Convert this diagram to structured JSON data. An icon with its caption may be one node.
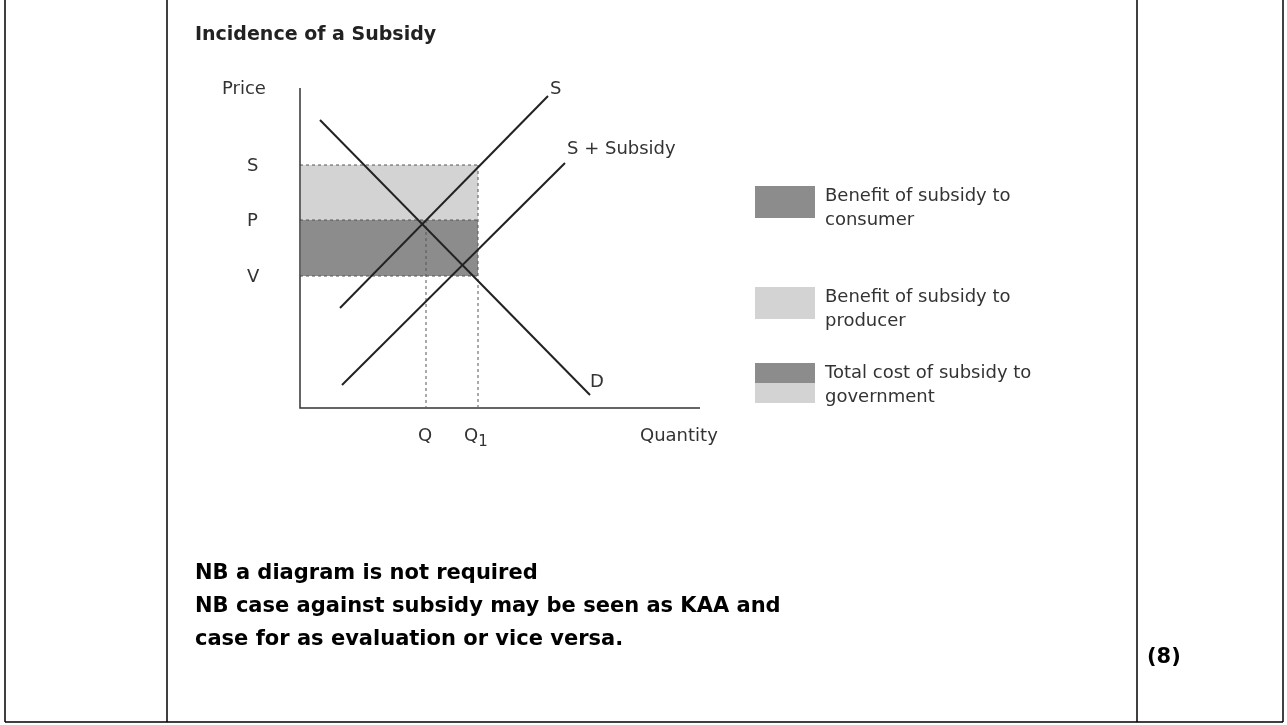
{
  "diagram": {
    "title": "Incidence of a Subsidy",
    "labels": [
      "Price",
      "S",
      "S",
      "S + Subsidy",
      "P",
      "V",
      "D",
      "Q",
      "Q$_{1}$",
      "Quantity",
      "NB a diagram is not required",
      "NB case against subsidy may be seen as KAA and case for as evaluation or vice versa.",
      "(8)"
    ],
    "legend": [
      {
        "text": "Benefit of subsidy to consumer",
        "color": "#8c8c8c"
      },
      {
        "text": "Benefit of subsidy to producer",
        "color": "#d3d3d3"
      },
      {
        "text": "Total cost of subsidy to government"
      }
    ]
  }
}
